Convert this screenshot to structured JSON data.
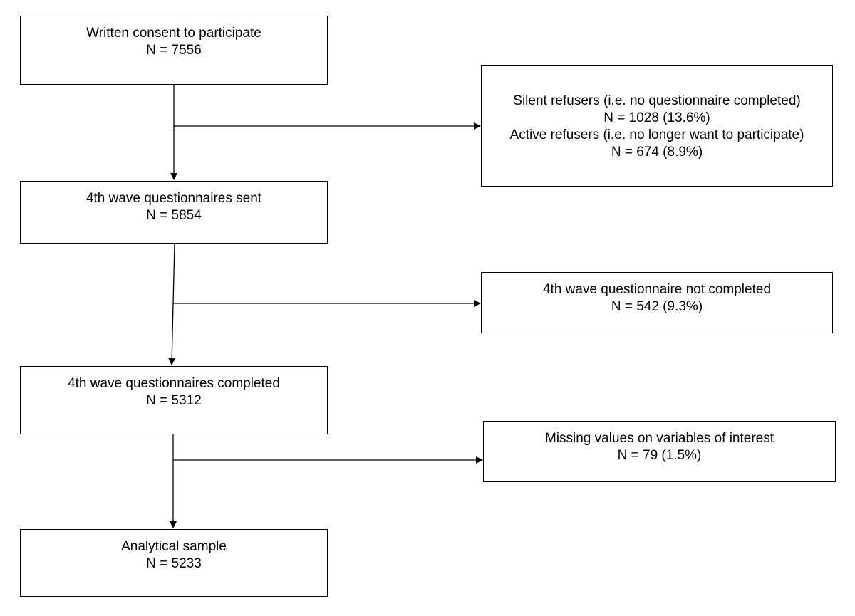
{
  "diagram": {
    "main_boxes": [
      {
        "id": "consent",
        "lines": [
          "Written consent to participate",
          "N = 7556"
        ]
      },
      {
        "id": "sent",
        "lines": [
          "4th wave questionnaires sent",
          "N = 5854"
        ]
      },
      {
        "id": "completed",
        "lines": [
          "4th wave questionnaires completed",
          "N = 5312"
        ]
      },
      {
        "id": "analytical",
        "lines": [
          "Analytical sample",
          "N = 5233"
        ]
      }
    ],
    "side_boxes": [
      {
        "id": "refusers",
        "lines": [
          "Silent refusers (i.e. no questionnaire completed)",
          "N = 1028 (13.6%)",
          "Active refusers (i.e. no longer want to participate)",
          "N = 674 (8.9%)"
        ]
      },
      {
        "id": "not-completed",
        "lines": [
          "4th wave questionnaire not completed",
          "N = 542 (9.3%)"
        ]
      },
      {
        "id": "missing",
        "lines": [
          "Missing values on variables of interest",
          "N = 79 (1.5%)"
        ]
      }
    ]
  }
}
